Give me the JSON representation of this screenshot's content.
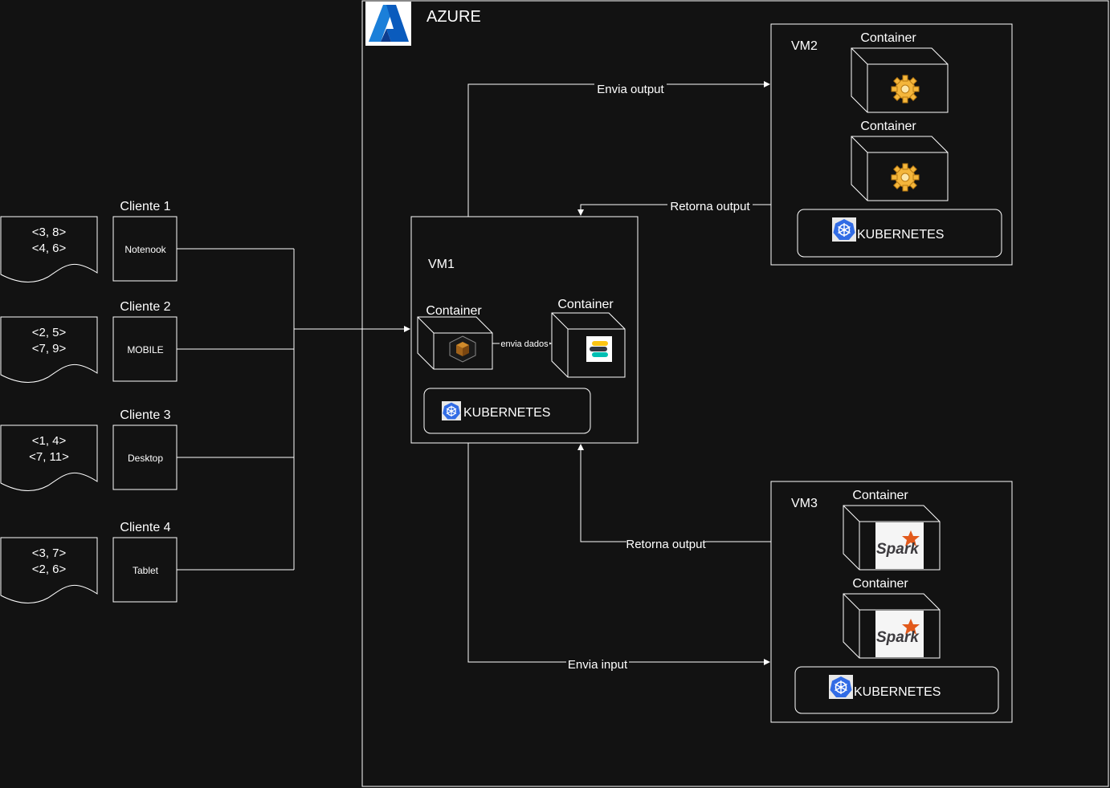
{
  "azure": {
    "title": "AZURE"
  },
  "clients": [
    {
      "name": "Cliente 1",
      "device": "Notenook",
      "data_line1": "<3, 8>",
      "data_line2": "<4, 6>"
    },
    {
      "name": "Cliente 2",
      "device": "MOBILE",
      "data_line1": "<2, 5>",
      "data_line2": "<7, 9>"
    },
    {
      "name": "Cliente 3",
      "device": "Desktop",
      "data_line1": "<1, 4>",
      "data_line2": "<7, 11>"
    },
    {
      "name": "Cliente 4",
      "device": "Tablet",
      "data_line1": "<3, 7>",
      "data_line2": "<2, 6>"
    }
  ],
  "vm1": {
    "label": "VM1",
    "container_a": "Container",
    "container_b": "Container",
    "internal_edge": "envia dados",
    "kubernetes": "KUBERNETES"
  },
  "vm2": {
    "label": "VM2",
    "container_1": "Container",
    "container_2": "Container",
    "kubernetes": "KUBERNETES"
  },
  "vm3": {
    "label": "VM3",
    "container_1": "Container",
    "container_2": "Container",
    "spark_1": "Spark",
    "spark_2": "Spark",
    "kubernetes": "KUBERNETES"
  },
  "edges": {
    "vm1_to_vm2": "Envia output",
    "vm2_to_vm1": "Retorna output",
    "vm3_to_vm1": "Retorna output",
    "vm1_to_vm3": "Envia input"
  },
  "colors": {
    "background": "#121212",
    "stroke": "#ffffff",
    "azure_blue": "#0a6fd6",
    "kubernetes_blue": "#326ce5",
    "spark_orange": "#e25a1c"
  }
}
